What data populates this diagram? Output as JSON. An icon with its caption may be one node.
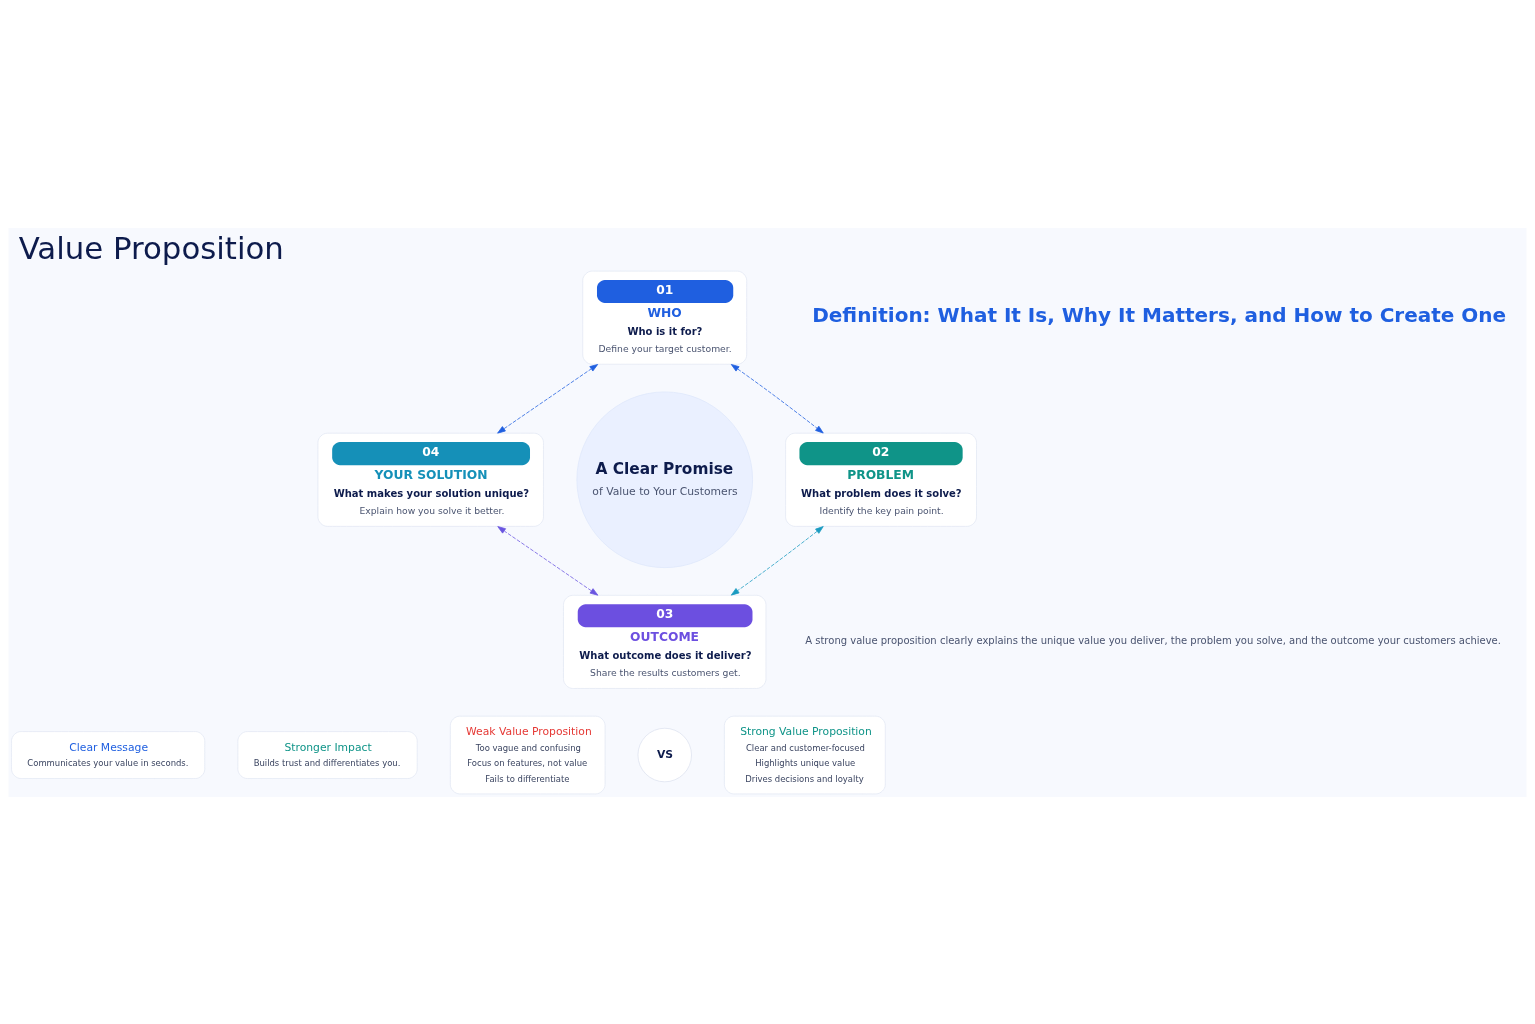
{
  "diagram": {
    "title": "Value Proposition",
    "nodes": [
      {
        "text": [
          "01",
          "WHO",
          "Who is it for?",
          "Define your target customer."
        ]
      },
      {
        "text": [
          "02",
          "PROBLEM",
          "What problem does it solve?",
          "Identify the key pain point."
        ]
      },
      {
        "text": [
          "03",
          "OUTCOME",
          "What outcome does it deliver?",
          "Share the results customers get."
        ]
      },
      {
        "text": [
          "04",
          "YOUR SOLUTION",
          "What makes your solution unique?",
          "Explain how you solve it better."
        ]
      },
      {
        "text": [
          "A Clear Promise",
          "of Value to Your Customers"
        ]
      },
      {
        "text": [
          "Clear Message",
          "Communicates your value in seconds."
        ]
      },
      {
        "text": [
          "Stronger Impact",
          "Builds trust and differentiates you."
        ]
      },
      {
        "text": [
          "Weak Value Proposition",
          "Too vague and confusing",
          "Focus on features, not value",
          "Fails to differentiate"
        ]
      },
      {
        "text": [
          "VS"
        ]
      },
      {
        "text": [
          "Strong Value Proposition",
          "Clear and customer-focused",
          "Highlights unique value",
          "Drives decisions and loyalty"
        ]
      }
    ],
    "edges": [
      {
        "from": 0,
        "to": 1,
        "arrow": "both",
        "style": "dashed",
        "color": "#1f5fe0"
      },
      {
        "from": 1,
        "to": 2,
        "arrow": "both",
        "style": "dashed",
        "color": "#1a9bc0"
      },
      {
        "from": 2,
        "to": 3,
        "arrow": "both",
        "style": "dashed",
        "color": "#6a55e0"
      },
      {
        "from": 3,
        "to": 0,
        "arrow": "both",
        "style": "dashed",
        "color": "#1f5fe0"
      }
    ],
    "labels": [
      "Definition: What It Is, Why It Matters, and How to Create One",
      "A strong value proposition clearly explains the unique value you deliver, the problem you solve, and the outcome your customers achieve."
    ]
  }
}
